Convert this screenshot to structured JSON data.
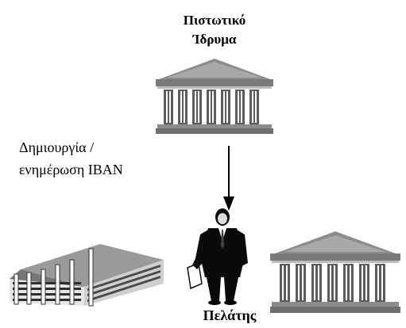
{
  "bank": {
    "title_line1": "Πιστωτικό",
    "title_line2": "Ίδρυμα"
  },
  "process": {
    "label_line1": "Δημιουργία /",
    "label_line2": "ενημέρωση  IBAN"
  },
  "customer": {
    "label": "Πελάτης"
  },
  "icons": {
    "top_bank": "bank-building-icon",
    "right_bank": "bank-building-icon",
    "office": "office-building-icon",
    "customer": "businessman-icon",
    "arrow": "arrow-down-icon"
  },
  "colors": {
    "building_gray": "#8c8c8c",
    "building_light": "#bdbdbd",
    "building_dark": "#3a3a3a",
    "ink": "#000000"
  }
}
